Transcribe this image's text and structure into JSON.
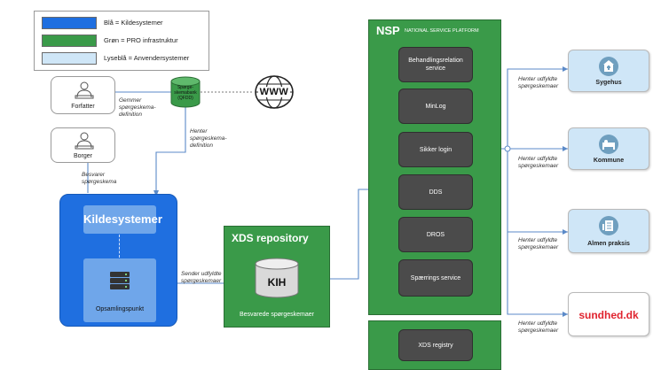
{
  "legend": {
    "items": [
      {
        "label": "Blå = Kildesystemer",
        "color": "#1f6fe0"
      },
      {
        "label": "Grøn = PRO infrastruktur",
        "color": "#3a9a49"
      },
      {
        "label": "Lyseblå = Anvendersystemer",
        "color": "#cfe6f7"
      }
    ]
  },
  "actors": {
    "author": "Forfatter",
    "citizen": "Borger"
  },
  "labels": {
    "save_definition": "Gemmer spørgeskema-definition",
    "fetch_definition": "Henter spørgeskema-definition",
    "answer": "Besvarer spørgeskema",
    "send_answered": "Sender udfyldte spørgeskemaer",
    "fetch_filled": "Henter udfyldte spørgeskemaer"
  },
  "qfdd": {
    "label": "Spørge-skemabank (QFDD)"
  },
  "www": "WWW",
  "source": {
    "title": "Kildesystemer",
    "collection_point": "Opsamlingspunkt"
  },
  "xds": {
    "title": "XDS repository",
    "db": "KIH",
    "subtitle": "Besvarede spørgeskemaer"
  },
  "nsp": {
    "abbrev": "NSP",
    "full": "NATIONAL SERVICE PLATFORM",
    "services": [
      "Behandlingsrelation service",
      "MinLog",
      "Sikker login",
      "DDS",
      "DROS",
      "Spærrings service"
    ],
    "registry": "XDS registry"
  },
  "consumers": [
    "Sygehus",
    "Kommune",
    "Almen praksis",
    "sundhed.dk"
  ],
  "colors": {
    "blue": "#1f6fe0",
    "green": "#3a9a49",
    "light_blue": "#cfe6f7",
    "service_gray": "#4b4b4b",
    "link_blue": "#5b8ac8"
  }
}
